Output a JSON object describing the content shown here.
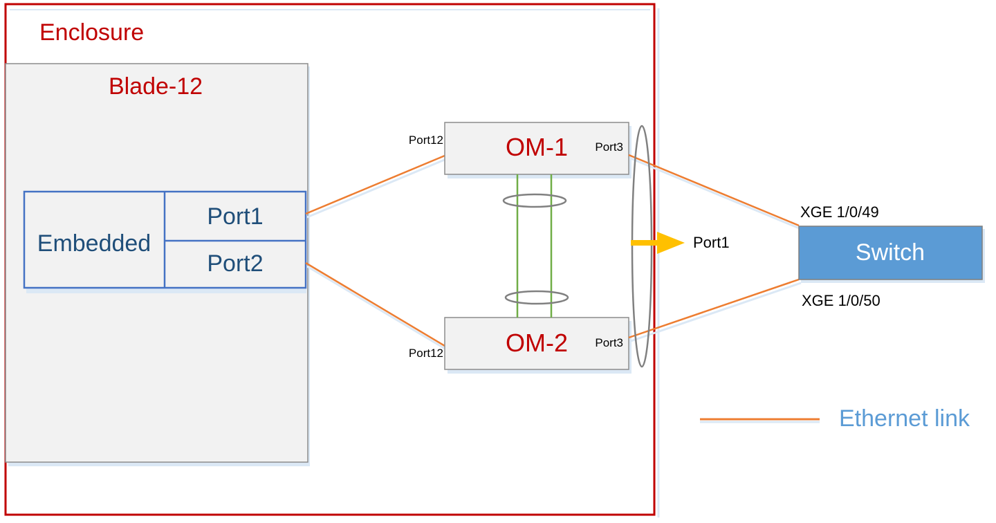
{
  "enclosure": {
    "title": "Enclosure",
    "border_color": "#c00000"
  },
  "blade": {
    "title": "Blade-12",
    "fill_color": "#f2f2f2"
  },
  "embedded": {
    "label": "Embedded",
    "port1": "Port1",
    "port2": "Port2",
    "color": "#1f4e79",
    "border_color": "#4472c4"
  },
  "om1": {
    "label": "OM-1",
    "left_port": "Port12",
    "right_port": "Port3"
  },
  "om2": {
    "label": "OM-2",
    "left_port": "Port12",
    "right_port": "Port3"
  },
  "aggregate": {
    "label": "Port1",
    "arrow_color": "#ffc000"
  },
  "switch": {
    "label": "Switch",
    "port_top": "XGE 1/0/49",
    "port_bottom": "XGE 1/0/50",
    "fill_color": "#5b9bd5"
  },
  "legend": {
    "ethernet_link_label": "Ethernet link",
    "ethernet_link_color": "#ed7d31",
    "internal_link_color": "#70ad47",
    "text_color": "#5b9bd5"
  }
}
